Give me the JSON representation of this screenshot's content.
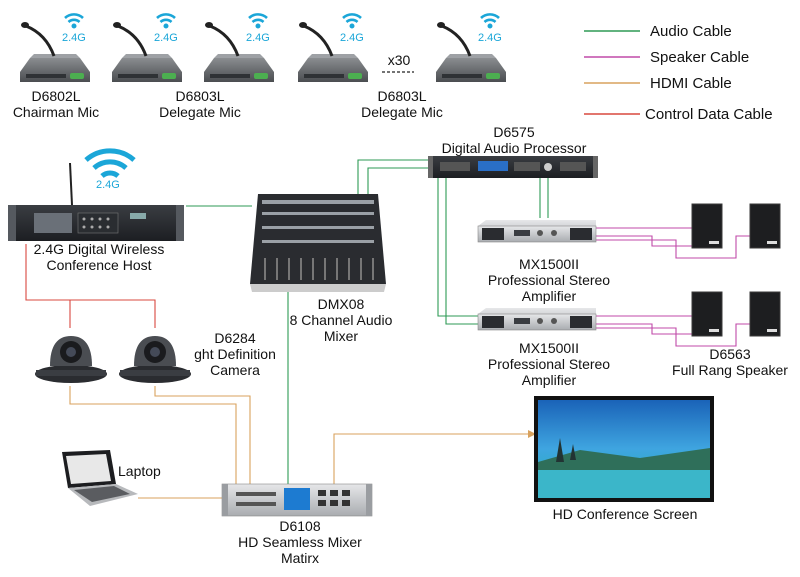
{
  "colors": {
    "audio": "#2e9a55",
    "speaker": "#c04aa8",
    "hdmi": "#d9a25e",
    "control": "#d9483f",
    "wifi": "#1ba6d8"
  },
  "legend": {
    "audio": "Audio Cable",
    "speaker": "Speaker Cable",
    "hdmi": "HDMI Cable",
    "control": "Control Data Cable"
  },
  "wifi_band": "2.4G",
  "mics": {
    "chairman": {
      "model": "D6802L",
      "name": "Chairman Mic"
    },
    "delegate1": {
      "model": "D6803L",
      "name": "Delegate Mic"
    },
    "delegate2": {
      "model": "D6803L",
      "name": "Delegate Mic"
    },
    "count": "x30"
  },
  "host": {
    "line1": "2.4G Digital Wireless",
    "line2": "Conference Host"
  },
  "mixer": {
    "model": "DMX08",
    "line2": "8 Channel Audio",
    "line3": "Mixer"
  },
  "processor": {
    "model": "D6575",
    "name": "Digital Audio Processor"
  },
  "amp1": {
    "model": "MX1500II",
    "line2": "Professional Stereo",
    "line3": "Amplifier"
  },
  "amp2": {
    "model": "MX1500II",
    "line2": "Professional Stereo",
    "line3": "Amplifier"
  },
  "speakers": {
    "model": "D6563",
    "name": "Full Rang Speaker"
  },
  "camera": {
    "model": "D6284",
    "line2": "ght Definition",
    "line3": "Camera"
  },
  "laptop": {
    "name": "Laptop"
  },
  "matrix": {
    "model": "D6108",
    "line2": "HD Seamless Mixer",
    "line3": "Matirx"
  },
  "screen": {
    "name": "HD Conference Screen"
  }
}
